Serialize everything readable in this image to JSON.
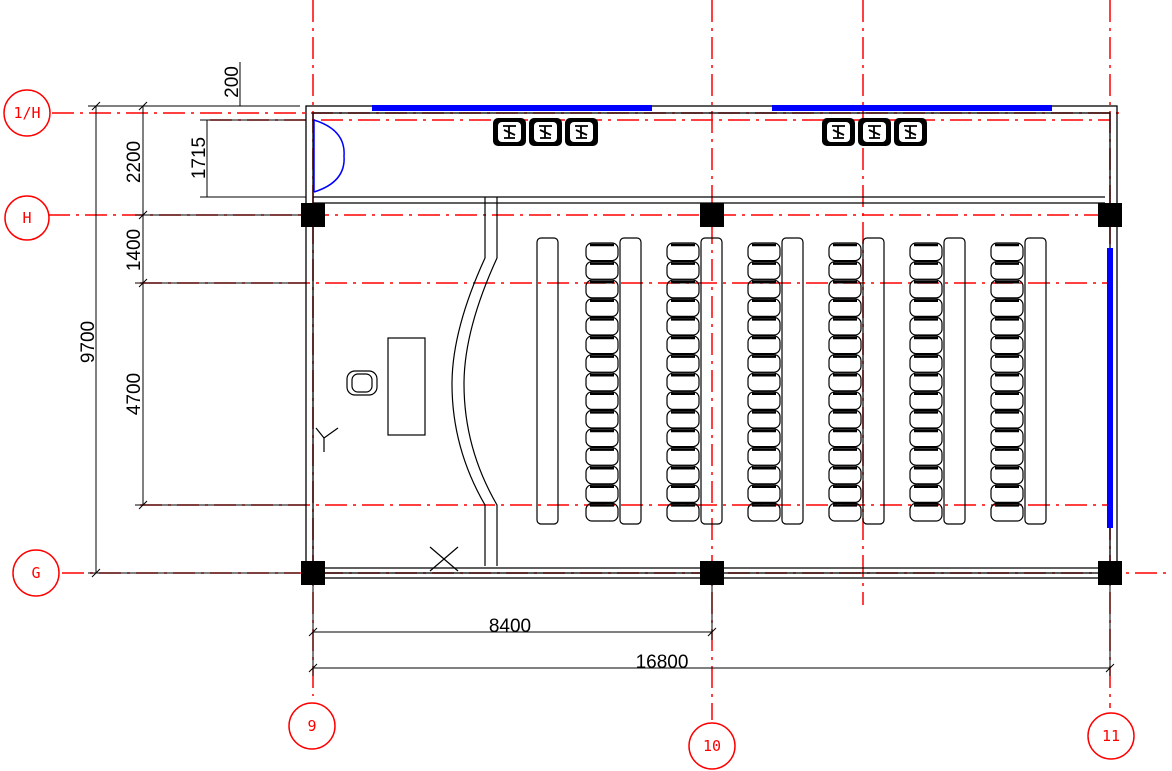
{
  "axes": {
    "vertical": [
      {
        "label": "9"
      },
      {
        "label": "10"
      },
      {
        "label": "11"
      }
    ],
    "horizontal": [
      {
        "label": "1/H"
      },
      {
        "label": "H"
      },
      {
        "label": "G"
      }
    ]
  },
  "dimensions": {
    "bottom_inner": "8400",
    "bottom_outer": "16800",
    "left_total": "9700",
    "left_2200": "2200",
    "left_1400": "1400",
    "left_4700": "4700",
    "top_200": "200",
    "corridor_1715": "1715"
  },
  "seating": {
    "columns": 6,
    "seats_per_column": 15
  },
  "colors": {
    "axis": "#ff0000",
    "window": "#0000ff",
    "line": "#000000"
  },
  "icons": {
    "fixtures": "fixture-icon",
    "column": "column-icon",
    "door": "door-icon"
  }
}
